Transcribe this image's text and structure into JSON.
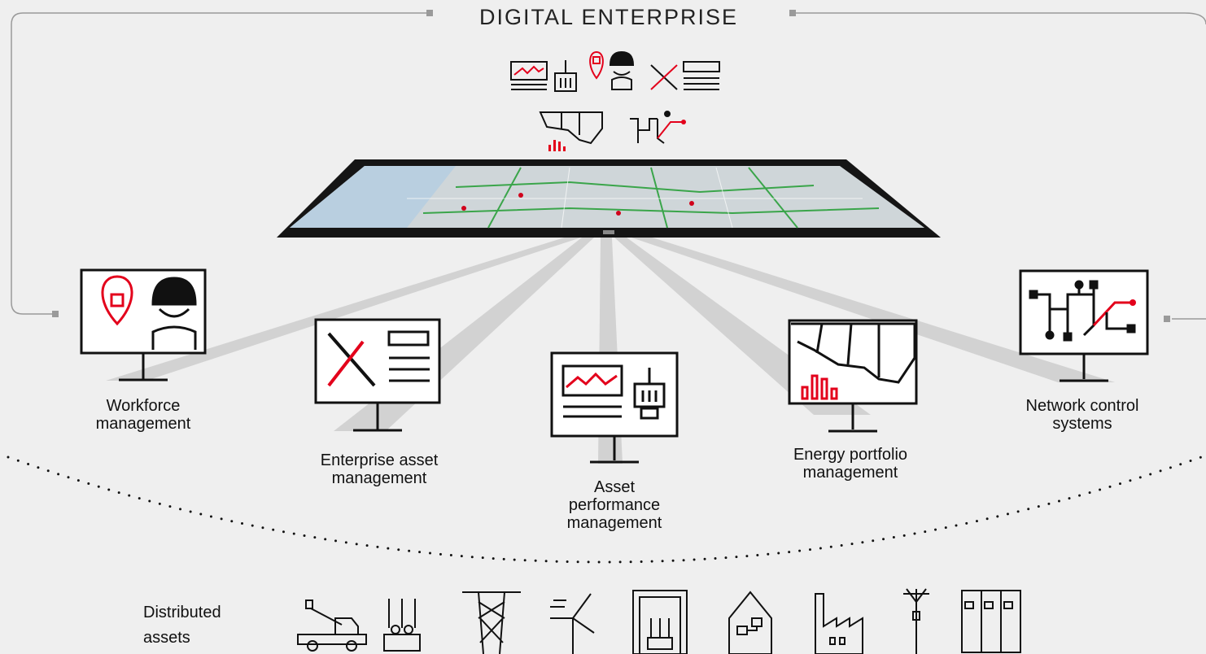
{
  "title": "DIGITAL ENTERPRISE",
  "colors": {
    "accent": "#e3001b",
    "ink": "#111111",
    "background": "#efefef",
    "beam": "#d0d0d0",
    "frame_line": "#9a9a9a"
  },
  "top_icons": [
    "trend-chart-icon",
    "transformer-icon",
    "location-pin-icon",
    "worker-helmet-icon",
    "tools-icon",
    "document-lines-icon",
    "us-map-icon",
    "bar-chart-icon",
    "network-diagram-icon"
  ],
  "central_device": "tablet-map-display",
  "systems": [
    {
      "id": "workforce",
      "label_line1": "Workforce",
      "label_line2": "management",
      "label_line3": "",
      "icons": [
        "location-pin-icon",
        "worker-helmet-icon"
      ]
    },
    {
      "id": "eam",
      "label_line1": "Enterprise asset",
      "label_line2": "management",
      "label_line3": "",
      "icons": [
        "tools-icon",
        "document-lines-icon"
      ]
    },
    {
      "id": "apm",
      "label_line1": "Asset",
      "label_line2": "performance",
      "label_line3": "management",
      "icons": [
        "trend-chart-icon",
        "transformer-icon"
      ]
    },
    {
      "id": "epm",
      "label_line1": "Energy portfolio",
      "label_line2": "management",
      "label_line3": "",
      "icons": [
        "us-map-icon",
        "bar-chart-icon"
      ]
    },
    {
      "id": "ncs",
      "label_line1": "Network control",
      "label_line2": "systems",
      "label_line3": "",
      "icons": [
        "network-diagram-icon"
      ]
    }
  ],
  "distributed": {
    "label_line1": "Distributed",
    "label_line2": "assets",
    "icons": [
      "bucket-truck-icon",
      "transformer-icon",
      "transmission-tower-icon",
      "wind-turbine-icon",
      "substation-icon",
      "smart-home-icon",
      "factory-icon",
      "utility-pole-icon",
      "switchgear-cabinet-icon"
    ]
  }
}
